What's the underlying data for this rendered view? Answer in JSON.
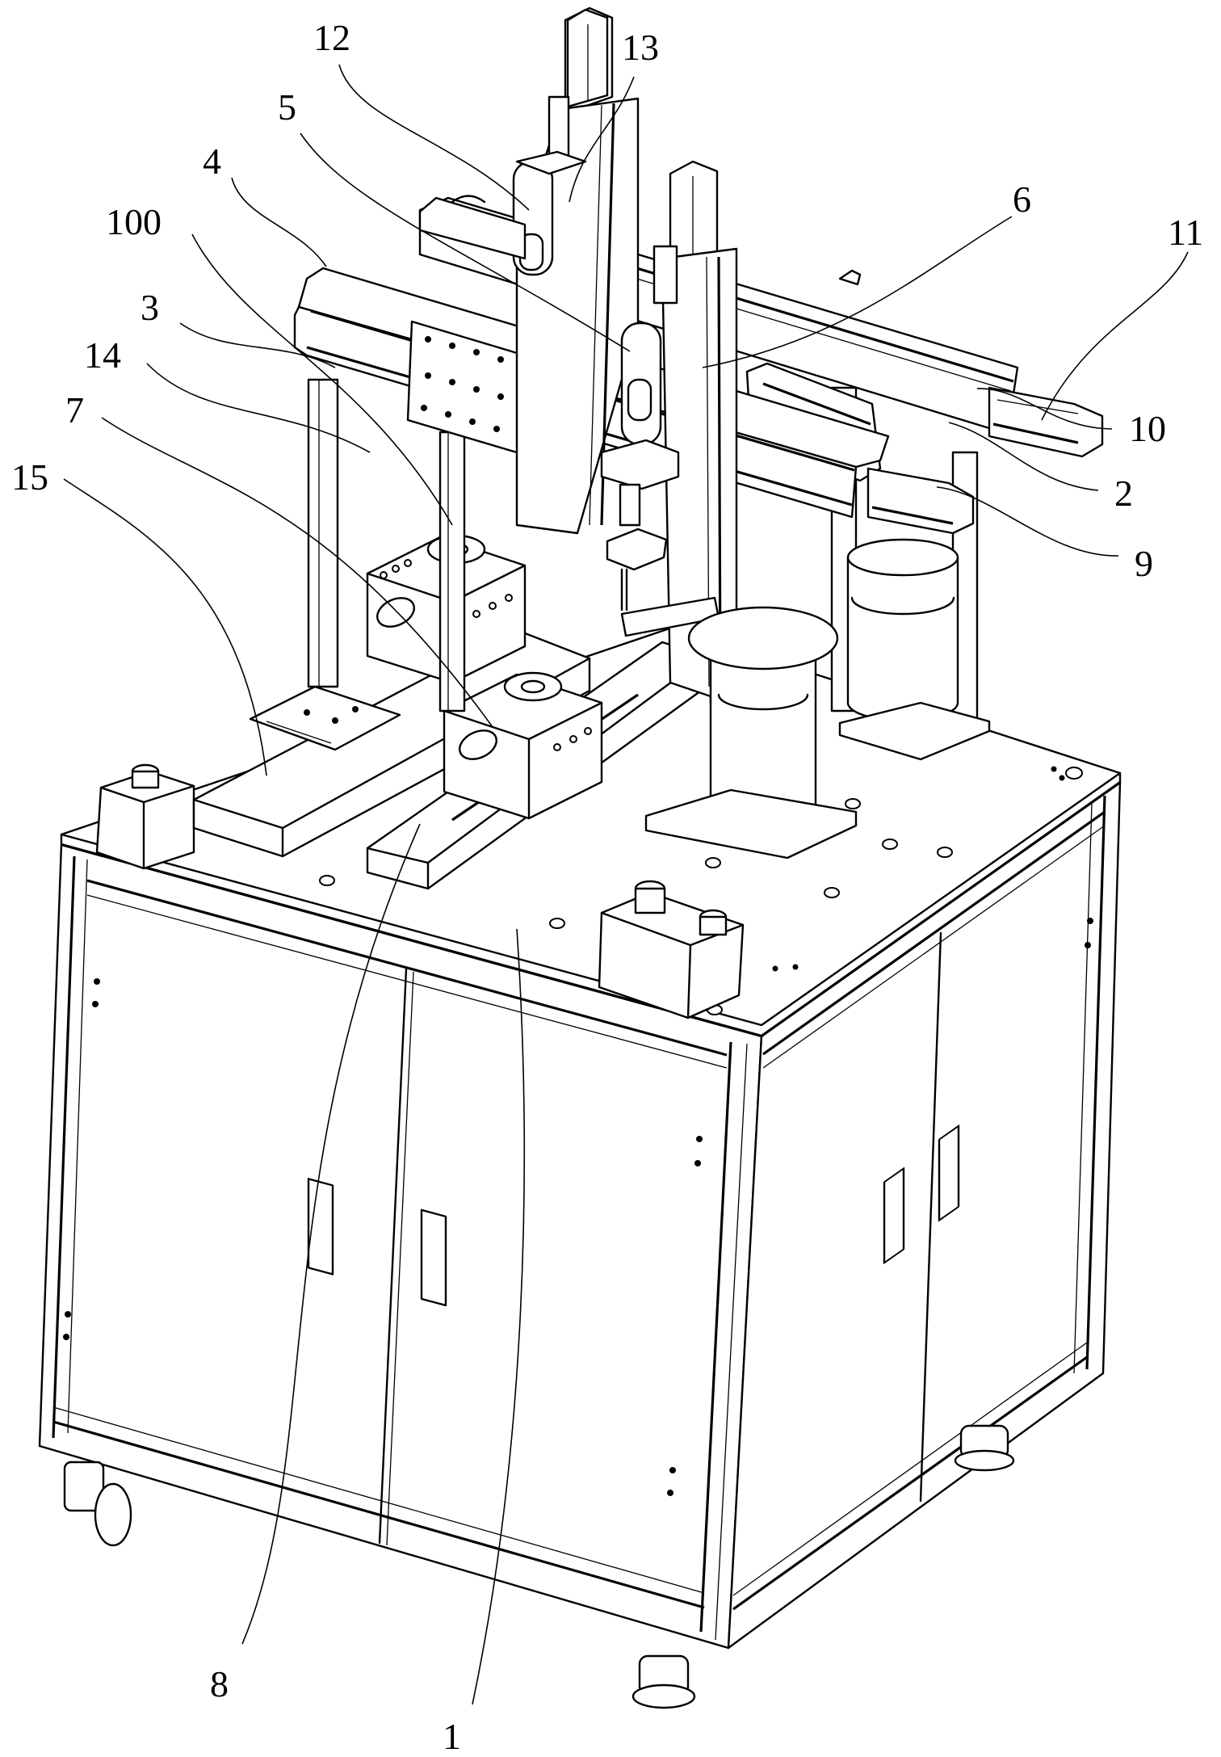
{
  "figure": {
    "type": "patent-drawing",
    "subject": "automatic dispensing / assembly machine, isometric view",
    "background": "#ffffff",
    "line_color": "#000000"
  },
  "labels": [
    {
      "id": "12",
      "text": "12"
    },
    {
      "id": "13",
      "text": "13"
    },
    {
      "id": "5",
      "text": "5"
    },
    {
      "id": "6",
      "text": "6"
    },
    {
      "id": "4",
      "text": "4"
    },
    {
      "id": "100",
      "text": "100"
    },
    {
      "id": "11",
      "text": "11"
    },
    {
      "id": "3",
      "text": "3"
    },
    {
      "id": "10",
      "text": "10"
    },
    {
      "id": "14",
      "text": "14"
    },
    {
      "id": "2",
      "text": "2"
    },
    {
      "id": "7",
      "text": "7"
    },
    {
      "id": "9",
      "text": "9"
    },
    {
      "id": "15",
      "text": "15"
    },
    {
      "id": "8",
      "text": "8"
    },
    {
      "id": "1",
      "text": "1"
    }
  ]
}
